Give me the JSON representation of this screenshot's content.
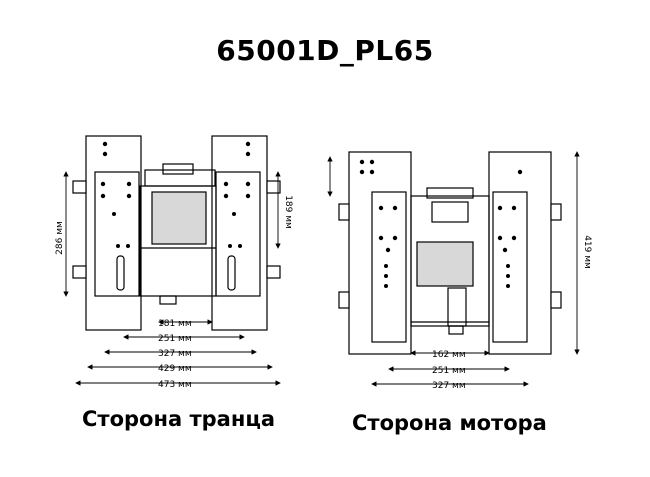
{
  "title": "65001D_PL65",
  "left_view": {
    "caption": "Сторона транца",
    "dims": {
      "w181": "181 мм",
      "w251": "251 мм",
      "w327": "327 мм",
      "w429": "429 мм",
      "w473": "473 мм",
      "h286": "286 мм",
      "h189": "189 мм"
    }
  },
  "right_view": {
    "caption": "Сторона мотора",
    "dims": {
      "w162": "162 мм",
      "w251": "251 мм",
      "w327": "327 мм",
      "h419": "419 мм"
    }
  }
}
